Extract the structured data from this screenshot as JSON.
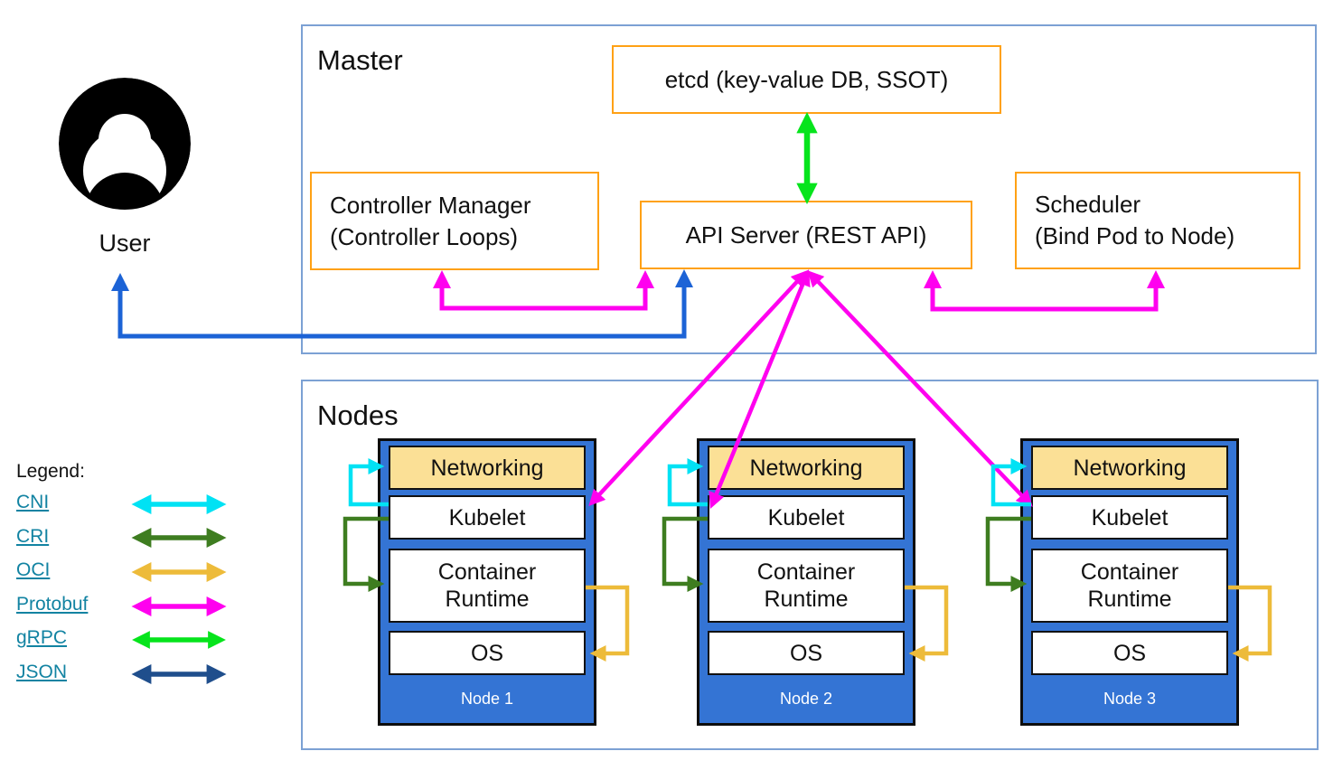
{
  "user": {
    "label": "User"
  },
  "master": {
    "title": "Master",
    "etcd_label": "etcd (key-value DB, SSOT)",
    "controller_manager": {
      "line1": "Controller Manager",
      "line2": "(Controller Loops)"
    },
    "api_server_label": "API Server (REST API)",
    "scheduler": {
      "line1": "Scheduler",
      "line2": "(Bind Pod to Node)"
    }
  },
  "nodes_section": {
    "title": "Nodes",
    "layers": {
      "networking": "Networking",
      "kubelet": "Kubelet",
      "container_runtime": "Container Runtime",
      "os": "OS"
    },
    "nodes": [
      {
        "name": "Node 1"
      },
      {
        "name": "Node 2"
      },
      {
        "name": "Node 3"
      }
    ]
  },
  "legend": {
    "title": "Legend:",
    "items": [
      {
        "label": "CNI"
      },
      {
        "label": "CRI"
      },
      {
        "label": "OCI"
      },
      {
        "label": "Protobuf"
      },
      {
        "label": "gRPC"
      },
      {
        "label": "JSON"
      }
    ]
  },
  "colors": {
    "cni": "#00E2F4",
    "cri": "#3E7D20",
    "oci": "#EDBB3A",
    "protobuf": "#FF00EF",
    "grpc": "#06E41C",
    "json": "#1F4E8C",
    "user_json_arrow": "#1C63D6",
    "container_border": "#7CA1D4",
    "orange_box_border": "#FFA115",
    "node_fill": "#3474D4",
    "networking_fill": "#FBE096",
    "legend_link": "#1283A2"
  }
}
